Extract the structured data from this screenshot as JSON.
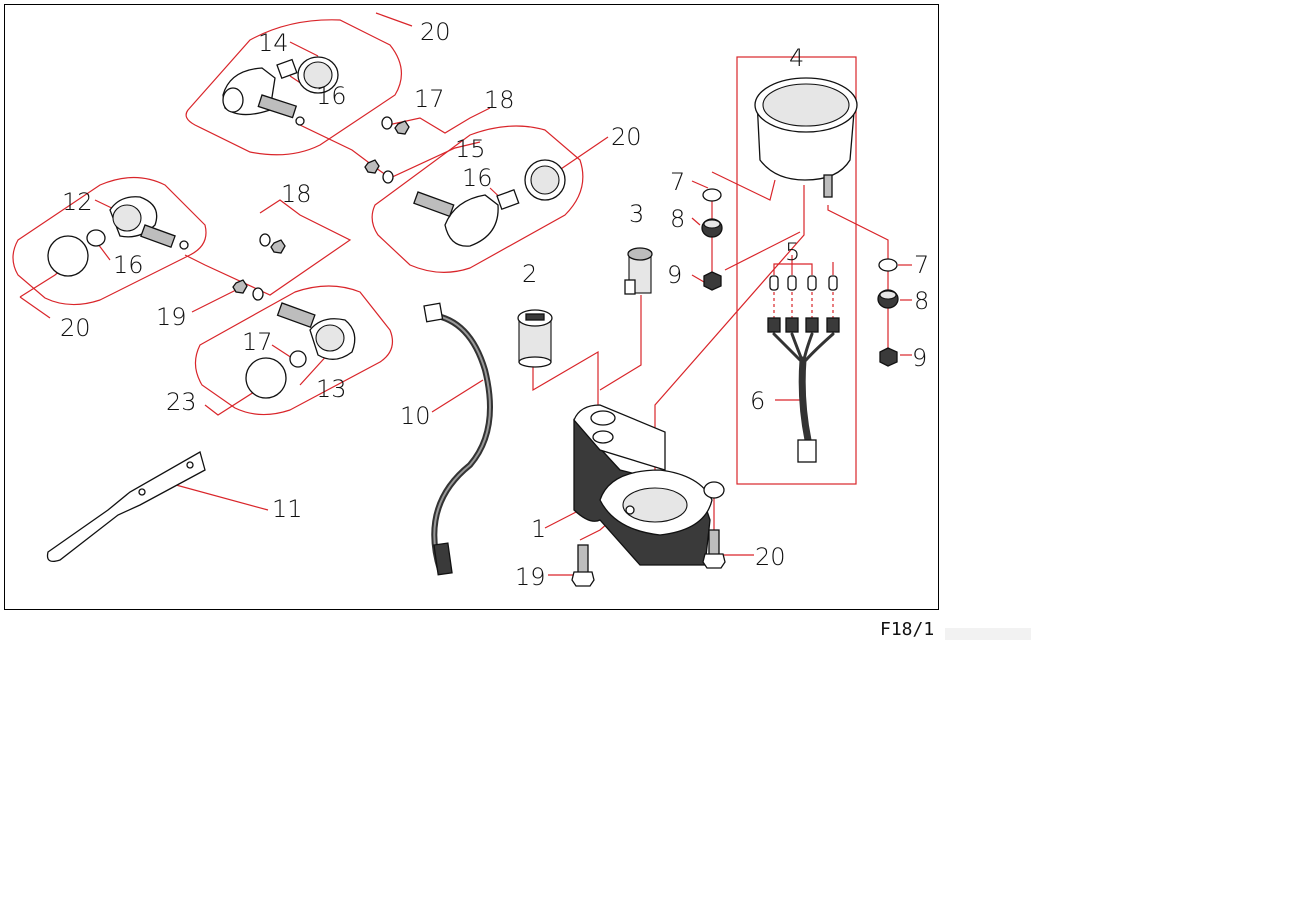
{
  "figure": {
    "code": "F18/1"
  },
  "callouts": [
    {
      "id": "c1",
      "label": "1"
    },
    {
      "id": "c2",
      "label": "2"
    },
    {
      "id": "c3",
      "label": "3"
    },
    {
      "id": "c4",
      "label": "4"
    },
    {
      "id": "c5",
      "label": "5"
    },
    {
      "id": "c6",
      "label": "6"
    },
    {
      "id": "c7a",
      "label": "7"
    },
    {
      "id": "c7b",
      "label": "7"
    },
    {
      "id": "c8a",
      "label": "8"
    },
    {
      "id": "c8b",
      "label": "8"
    },
    {
      "id": "c9a",
      "label": "9"
    },
    {
      "id": "c9b",
      "label": "9"
    },
    {
      "id": "c10",
      "label": "10"
    },
    {
      "id": "c11",
      "label": "11"
    },
    {
      "id": "c12",
      "label": "12"
    },
    {
      "id": "c13",
      "label": "13"
    },
    {
      "id": "c14",
      "label": "14"
    },
    {
      "id": "c15",
      "label": "15"
    },
    {
      "id": "c16a",
      "label": "16"
    },
    {
      "id": "c16b",
      "label": "16"
    },
    {
      "id": "c16c",
      "label": "16"
    },
    {
      "id": "c17a",
      "label": "17"
    },
    {
      "id": "c17b",
      "label": "17"
    },
    {
      "id": "c18a",
      "label": "18"
    },
    {
      "id": "c18b",
      "label": "18"
    },
    {
      "id": "c19a",
      "label": "19"
    },
    {
      "id": "c19b",
      "label": "19"
    },
    {
      "id": "c20a",
      "label": "20"
    },
    {
      "id": "c20b",
      "label": "20"
    },
    {
      "id": "c20c",
      "label": "20"
    },
    {
      "id": "c20d",
      "label": "20"
    },
    {
      "id": "c23",
      "label": "23"
    }
  ],
  "colors": {
    "leader": "#d9252a",
    "ink": "#111111",
    "frame": "#000000"
  }
}
